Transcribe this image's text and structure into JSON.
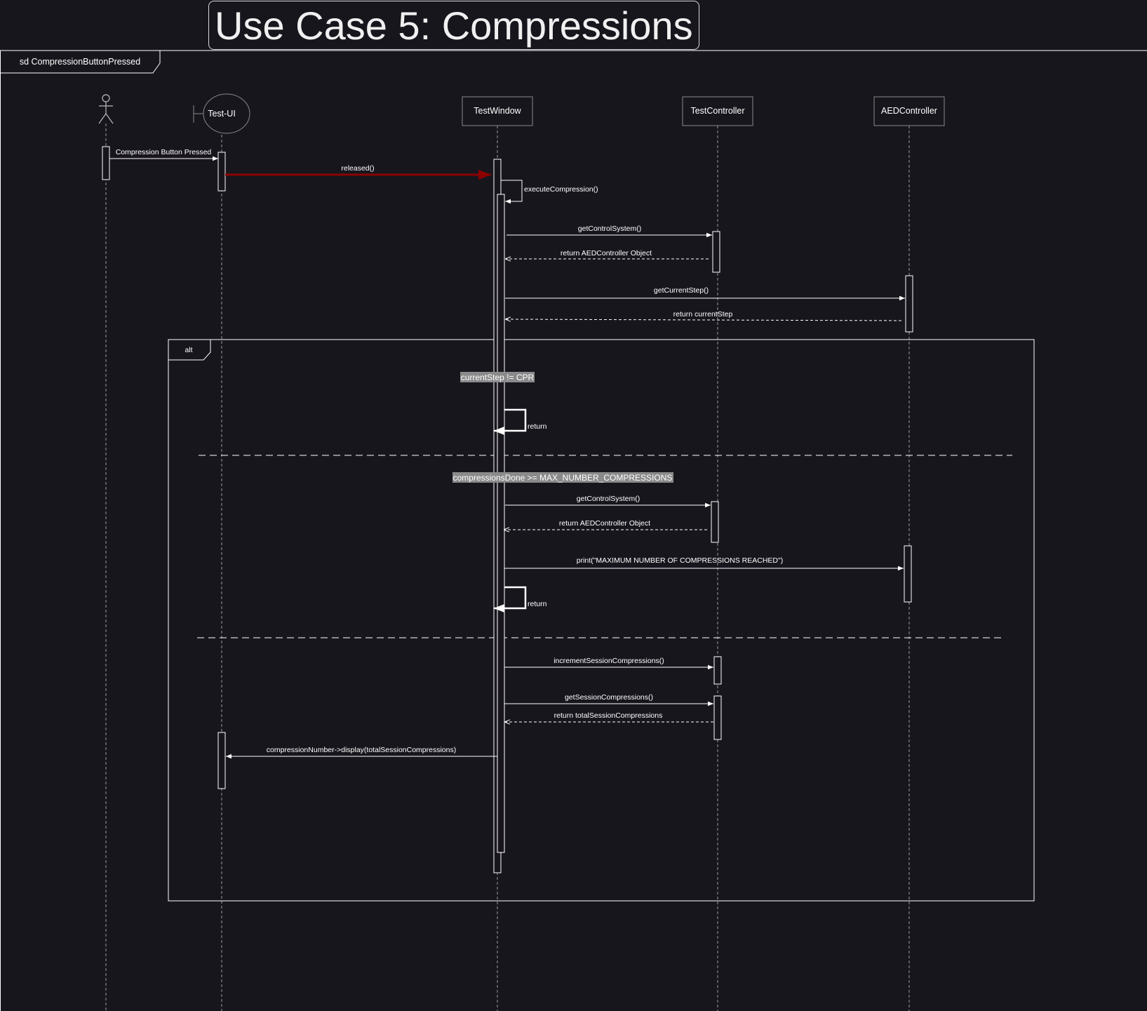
{
  "title": "Use Case 5: Compressions",
  "frame": {
    "label": "sd CompressionButtonPressed"
  },
  "participants": {
    "actor": {
      "label": ""
    },
    "test_ui": {
      "label": "Test-UI"
    },
    "test_window": {
      "label": "TestWindow"
    },
    "test_controller": {
      "label": "TestController"
    },
    "aed_controller": {
      "label": "AEDController"
    }
  },
  "messages": {
    "compression_pressed": "Compression Button Pressed",
    "released": "released()",
    "execute_compression": "executeCompression()",
    "get_control_system_1": "getControlSystem()",
    "return_aed_object_1": "return AEDController Object",
    "get_current_step": "getCurrentStep()",
    "return_current_step": "return currentStep",
    "return_1": "return",
    "get_control_system_2": "getControlSystem()",
    "return_aed_object_2": "return AEDController Object",
    "print_max": "print(\"MAXIMUM NUMBER OF COMPRESSIONS REACHED\")",
    "return_2": "return",
    "increment_session": "incrementSessionCompressions()",
    "get_session": "getSessionCompressions()",
    "return_total": "return totalSessionCompressions",
    "display": "compressionNumber->display(totalSessionCompressions)"
  },
  "alt_fragment": {
    "label": "alt",
    "guard_1": "currentStep != CPR",
    "guard_2": "compressionsDone >= MAX_NUMBER_COMPRESSIONS"
  },
  "colors": {
    "background": "#18161d",
    "line": "#ffffff",
    "highlight_arrow": "#8b0000",
    "guard_background": "#8a8a8a"
  }
}
